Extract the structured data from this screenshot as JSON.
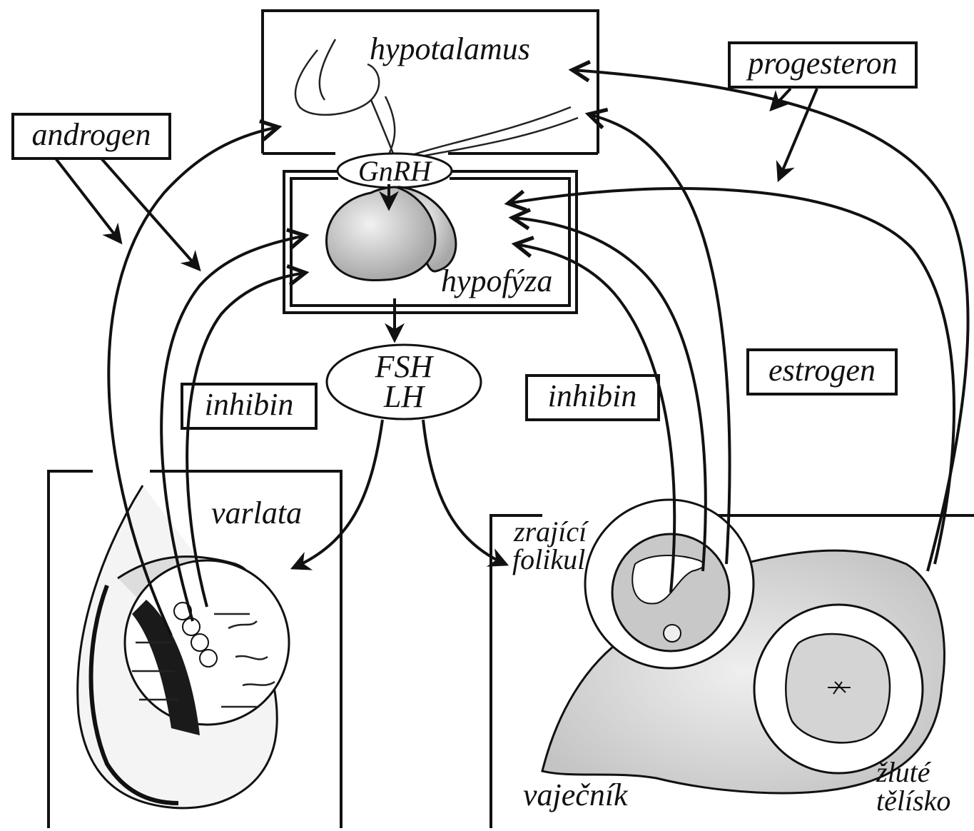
{
  "labels": {
    "hypotalamus": "hypotalamus",
    "gnrh": "GnRH",
    "hypofyza": "hypofýza",
    "fsh": "FSH",
    "lh": "LH",
    "androgen": "androgen",
    "progesteron": "progesteron",
    "estrogen": "estrogen",
    "inhibin_left": "inhibin",
    "inhibin_right": "inhibin",
    "varlata": "varlata",
    "zrajici": "zrající",
    "folikul": "folikul",
    "vajecnik": "vaječník",
    "zlute": "žluté",
    "telisko": "tělísko"
  },
  "colors": {
    "ink": "#111111",
    "paper": "#ffffff",
    "tissue_dark": "#1a1a1a",
    "tissue_light": "#d9d9d9"
  }
}
